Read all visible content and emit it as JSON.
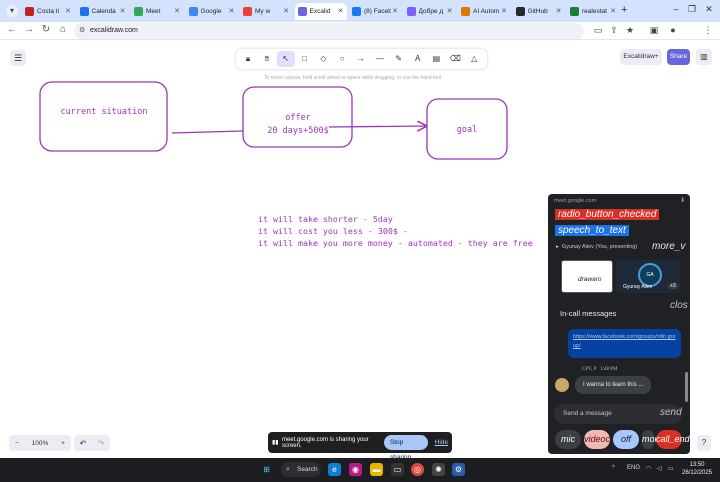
{
  "browser": {
    "tabs": [
      {
        "label": "Costa ti",
        "fav_color": "#c5221f",
        "active": false
      },
      {
        "label": "Calenda",
        "fav_color": "#1a73e8",
        "active": false
      },
      {
        "label": "Meet",
        "fav_color": "#34a853",
        "active": false
      },
      {
        "label": "Google",
        "fav_color": "#4285f4",
        "active": false
      },
      {
        "label": "My w",
        "fav_color": "#ea4335",
        "active": false
      },
      {
        "label": "Excalid",
        "fav_color": "#6965db",
        "active": true
      },
      {
        "label": "(8) Faceb",
        "fav_color": "#1877f2",
        "active": false
      },
      {
        "label": "Добре д",
        "fav_color": "#7b61ff",
        "active": false
      },
      {
        "label": "AI Autom",
        "fav_color": "#e37400",
        "active": false
      },
      {
        "label": "GitHub",
        "fav_color": "#24292f",
        "active": false
      },
      {
        "label": "realestat",
        "fav_color": "#188038",
        "active": false
      }
    ],
    "url": "excalidraw.com"
  },
  "excalidraw": {
    "hint": "To move canvas, hold scroll wheel or space while dragging, or use the hand tool",
    "library_label": "Excalidraw+",
    "share_label": "Share",
    "zoom_label": "100%",
    "canvas": {
      "box1_label": "current situation",
      "box2_line1": "offer",
      "box2_line2": "20 days+500$",
      "box3_label": "goal",
      "stroke_color": "#9c36b5",
      "bullets": [
        "it will take shorter - 5day",
        "it will cost you less - 300$ -",
        "it will make you more money - automated - they are free"
      ]
    }
  },
  "screen_share": {
    "message": "meet.google.com is sharing your screen.",
    "stop_label": "Stop sharing",
    "hide_label": "Hide"
  },
  "meet_panel": {
    "origin": "meet.google.com",
    "tag_radio": "radio_button_checked",
    "tag_speech": "speech_to_text",
    "presenting_text": "Gyunay Aliev (You, presenting)",
    "more_tag": "more_v",
    "tile1_label": "drawaro",
    "tile2_initials": "GA",
    "tile2_name": "Gyunay Aliev",
    "tile2_count": "+3",
    "close_tag": "clos",
    "chat_title": "In-call messages",
    "link_text": "https://www.facebook.com/groups/rdln group/",
    "msg_sender": "CPY, P",
    "msg_time": "1:48 PM",
    "msg_text": "I wanna to learn this ...",
    "send_placeholder": "Send a message",
    "send_tag": "send",
    "ctrl_mic": "mic",
    "ctrl_cam": "videocam",
    "ctrl_off": "off",
    "ctrl_more": "more",
    "ctrl_end": "call_end"
  },
  "taskbar": {
    "search_label": "Search",
    "lang": "ENG",
    "time": "13:50",
    "date": "26/12/2025"
  }
}
